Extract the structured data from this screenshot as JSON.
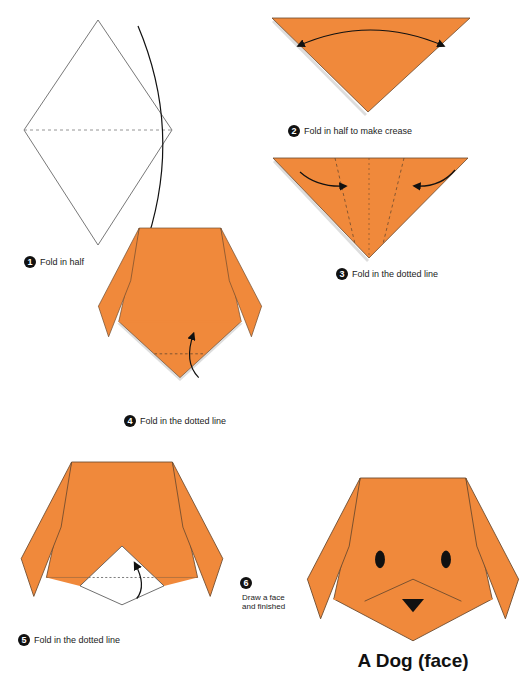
{
  "diagram": {
    "title": "A Dog (face)",
    "labels": [
      "1",
      "Fold in half",
      "2",
      "Fold in half to make crease",
      "3",
      "Fold in the dotted line",
      "4",
      "Fold in the dotted line",
      "5",
      "Fold in the dotted line",
      "6",
      "Draw a face and finished"
    ]
  }
}
